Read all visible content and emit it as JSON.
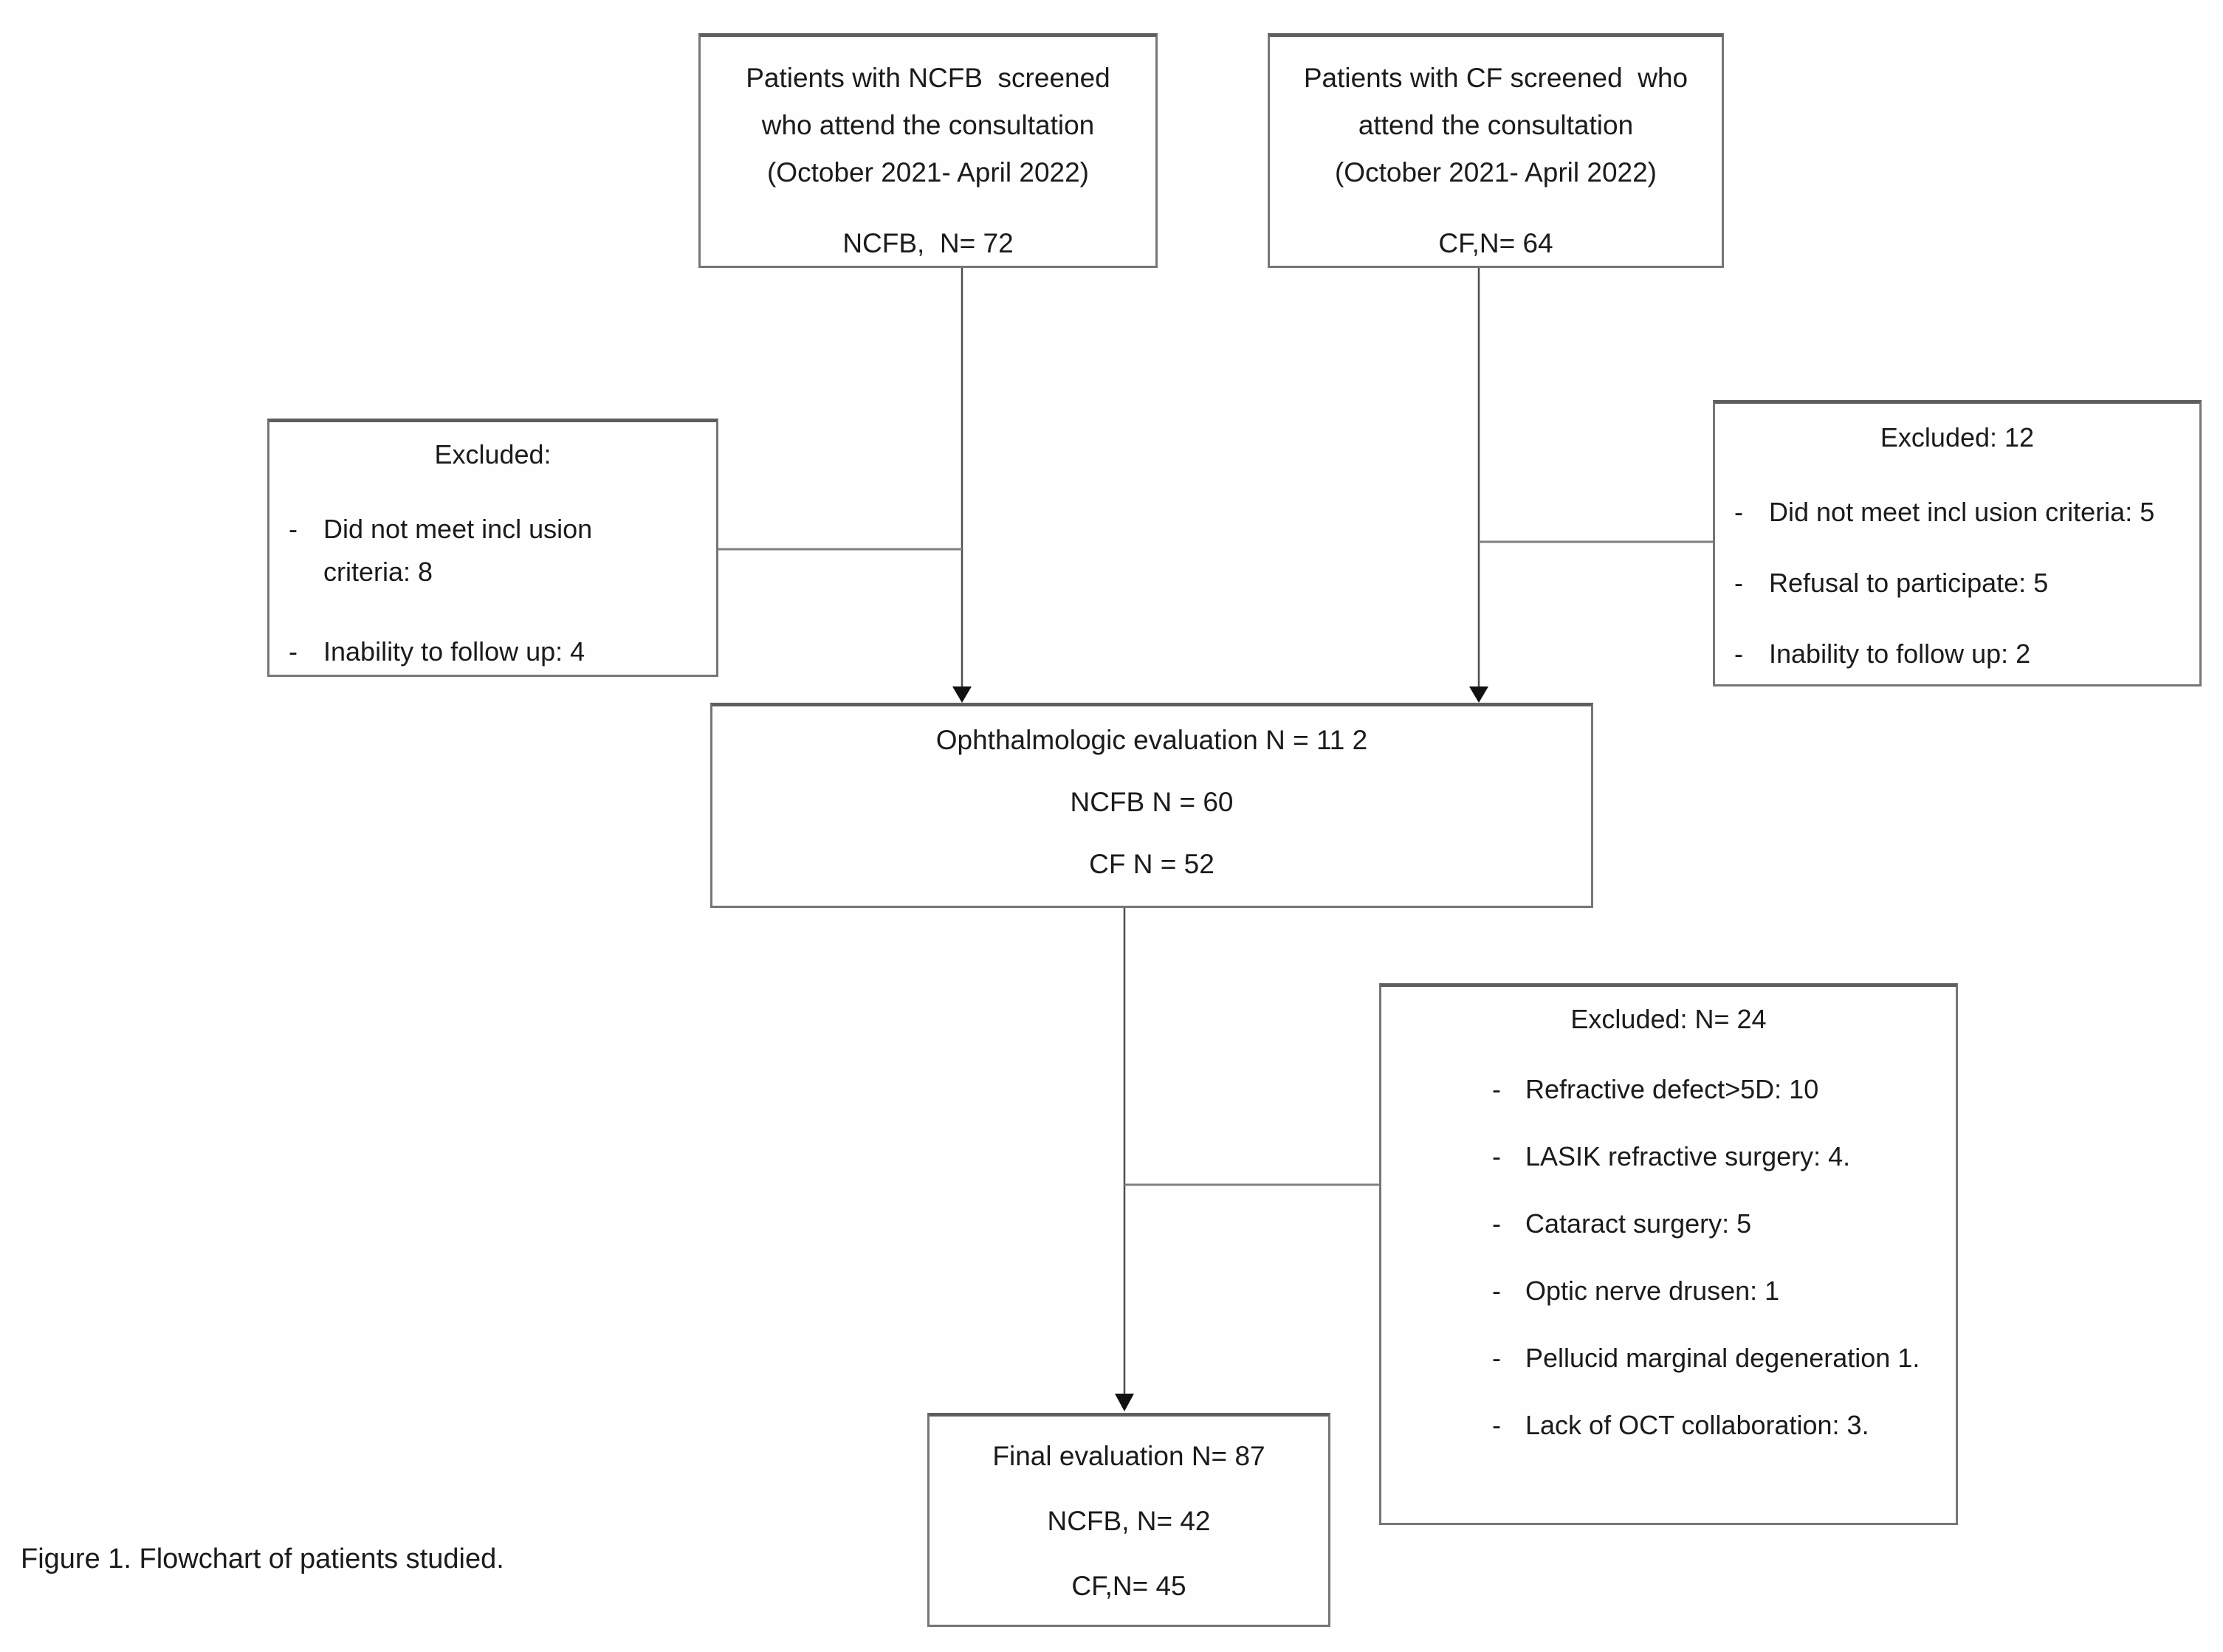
{
  "figure": {
    "caption": "Figure 1. Flowchart of patients studied."
  },
  "bullet": {
    "dash": "-"
  },
  "colors": {
    "background": "#ffffff",
    "box_border": "#767676",
    "box_border_top": "#5e5e5e",
    "connector_vertical": "#4d4d4d",
    "connector_horizontal": "#808080",
    "arrowhead": "#111111",
    "text": "#1b1b1b"
  },
  "boxes": {
    "ncfb_screened": {
      "lines": [
        "Patients with NCFB  screened",
        "who attend the consultation",
        "(October 2021- April 2022)"
      ],
      "n_line": "NCFB,  N= 72"
    },
    "cf_screened": {
      "lines": [
        "Patients with CF screened  who",
        "attend the consultation",
        "(October 2021- April 2022)"
      ],
      "n_line": "CF,N= 64"
    },
    "excluded_ncfb": {
      "title": "Excluded:",
      "items": [
        "Did not meet incl usion criteria: 8",
        "Inability to follow up: 4"
      ]
    },
    "excluded_cf": {
      "title": "Excluded: 12",
      "items": [
        "Did not meet incl usion criteria: 5",
        "Refusal to participate: 5",
        "Inability to follow up: 2"
      ]
    },
    "evaluation": {
      "lines": [
        "Ophthalmologic evaluation N = 11 2",
        "NCFB N = 60",
        "CF N = 52"
      ]
    },
    "excluded_final": {
      "title": "Excluded: N= 24",
      "items": [
        "Refractive defect>5D: 10",
        "LASIK refractive surgery: 4.",
        "Cataract surgery: 5",
        "Optic nerve drusen: 1",
        "Pellucid marginal degeneration 1.",
        "Lack of OCT collaboration: 3."
      ]
    },
    "final_evaluation": {
      "lines": [
        "Final evaluation N= 87",
        "NCFB, N= 42",
        "CF,N= 45"
      ]
    }
  }
}
